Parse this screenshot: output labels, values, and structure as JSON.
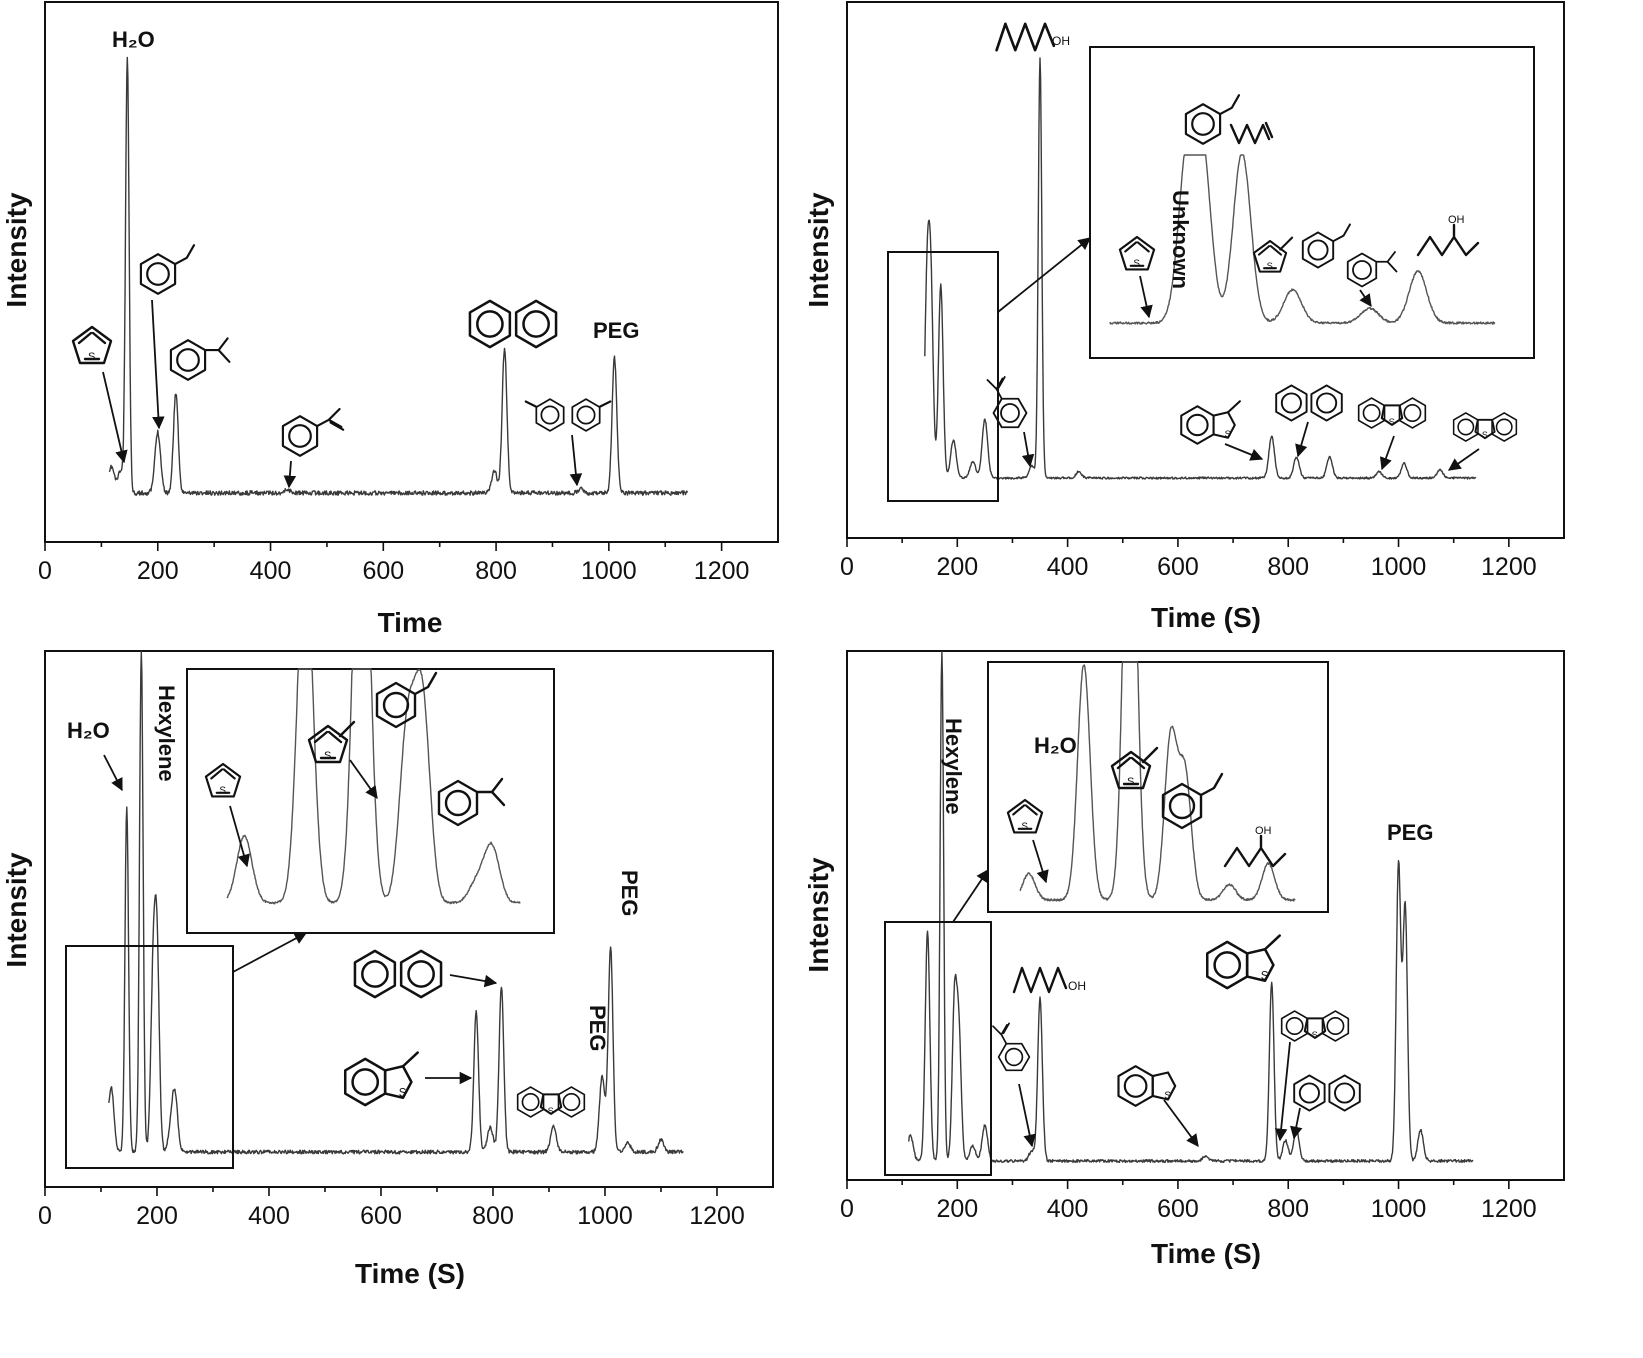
{
  "colors": {
    "trace": "#3a3a3a",
    "inset_trace": "#555555",
    "axis": "#111111"
  },
  "chart_data": [
    {
      "type": "line",
      "panel": "top-left",
      "xlabel": "Time",
      "ylabel": "Intensity",
      "xlim": [
        0,
        1300
      ],
      "xticks": [
        "0",
        "200",
        "400",
        "600",
        "800",
        "1000",
        "1200"
      ],
      "peaks": [
        {
          "x": 118,
          "h": 0.06
        },
        {
          "x": 134,
          "h": 0.05
        },
        {
          "x": 146,
          "h": 1.0,
          "label": "H2O"
        },
        {
          "x": 200,
          "h": 0.14
        },
        {
          "x": 232,
          "h": 0.23
        },
        {
          "x": 430,
          "h": 0.008
        },
        {
          "x": 797,
          "h": 0.05
        },
        {
          "x": 815,
          "h": 0.33
        },
        {
          "x": 950,
          "h": 0.01
        },
        {
          "x": 1010,
          "h": 0.31,
          "label": "PEG"
        }
      ],
      "annotations": [
        "H₂O",
        "PEG"
      ],
      "labeled_compounds": [
        "thiophene",
        "ethylbenzene",
        "isopropylbenzene",
        "α-methylstyrene",
        "biphenyl",
        "3,3'-dimethylbiphenyl"
      ]
    },
    {
      "type": "line",
      "panel": "top-right",
      "xlabel": "Time (S)",
      "ylabel": "Intensity",
      "xlim": [
        0,
        1300
      ],
      "xticks": [
        "0",
        "200",
        "400",
        "600",
        "800",
        "1000",
        "1200"
      ],
      "peaks": [
        {
          "x": 145,
          "h": 0.43
        },
        {
          "x": 152,
          "h": 0.44
        },
        {
          "x": 170,
          "h": 0.46
        },
        {
          "x": 193,
          "h": 0.09
        },
        {
          "x": 228,
          "h": 0.04
        },
        {
          "x": 250,
          "h": 0.14
        },
        {
          "x": 335,
          "h": 0.03
        },
        {
          "x": 350,
          "h": 1.0,
          "label": "hexanol"
        },
        {
          "x": 420,
          "h": 0.015
        },
        {
          "x": 770,
          "h": 0.1
        },
        {
          "x": 815,
          "h": 0.05
        },
        {
          "x": 875,
          "h": 0.05
        },
        {
          "x": 965,
          "h": 0.015
        },
        {
          "x": 1010,
          "h": 0.035
        },
        {
          "x": 1075,
          "h": 0.02
        }
      ],
      "inset_annotations": [
        "Unknown"
      ],
      "labeled_compounds": [
        "hexanol",
        "thiophene",
        "unknown",
        "toluene",
        "hexene",
        "3-methylthiophene",
        "ethylbenzene",
        "isopropylbenzene",
        "hexan-2-ol",
        "α-methylstyrene",
        "3-methylbenzothiophene",
        "biphenyl",
        "4,6-dimethyldibenzothiophene",
        "3-methyldibenzothiophene"
      ]
    },
    {
      "type": "line",
      "panel": "bottom-left",
      "xlabel": "Time (S)",
      "ylabel": "Intensity",
      "xlim": [
        0,
        1300
      ],
      "xticks": [
        "0",
        "200",
        "400",
        "600",
        "800",
        "1000",
        "1200"
      ],
      "peaks": [
        {
          "x": 118,
          "h": 0.13
        },
        {
          "x": 146,
          "h": 0.69,
          "label": "H2O"
        },
        {
          "x": 172,
          "h": 1.0,
          "label": "Hexylene"
        },
        {
          "x": 193,
          "h": 0.33
        },
        {
          "x": 200,
          "h": 0.39
        },
        {
          "x": 225,
          "h": 0.04
        },
        {
          "x": 232,
          "h": 0.11
        },
        {
          "x": 770,
          "h": 0.28
        },
        {
          "x": 795,
          "h": 0.05
        },
        {
          "x": 815,
          "h": 0.33
        },
        {
          "x": 908,
          "h": 0.05
        },
        {
          "x": 995,
          "h": 0.15,
          "label": "PEG"
        },
        {
          "x": 1010,
          "h": 0.41,
          "label": "PEG"
        },
        {
          "x": 1040,
          "h": 0.02
        },
        {
          "x": 1100,
          "h": 0.025
        }
      ],
      "annotations": [
        "H₂O",
        "Hexylene",
        "PEG",
        "PEG"
      ],
      "labeled_compounds": [
        "thiophene",
        "3-methylthiophene",
        "ethylbenzene",
        "isopropylbenzene",
        "biphenyl",
        "3-methylbenzothiophene",
        "dibenzothiophene"
      ]
    },
    {
      "type": "line",
      "panel": "bottom-right",
      "xlabel": "Time (S)",
      "ylabel": "Intensity",
      "xlim": [
        0,
        1300
      ],
      "xticks": [
        "0",
        "200",
        "400",
        "600",
        "800",
        "1000",
        "1200"
      ],
      "peaks": [
        {
          "x": 115,
          "h": 0.05
        },
        {
          "x": 146,
          "h": 0.45
        },
        {
          "x": 172,
          "h": 1.0,
          "label": "Hexylene"
        },
        {
          "x": 195,
          "h": 0.31
        },
        {
          "x": 203,
          "h": 0.24
        },
        {
          "x": 228,
          "h": 0.03
        },
        {
          "x": 250,
          "h": 0.07
        },
        {
          "x": 335,
          "h": 0.02
        },
        {
          "x": 350,
          "h": 0.32,
          "label": "hexanol"
        },
        {
          "x": 650,
          "h": 0.01
        },
        {
          "x": 770,
          "h": 0.35
        },
        {
          "x": 795,
          "h": 0.04
        },
        {
          "x": 815,
          "h": 0.06
        },
        {
          "x": 1000,
          "h": 0.58,
          "label": "PEG"
        },
        {
          "x": 1012,
          "h": 0.5
        },
        {
          "x": 1040,
          "h": 0.06
        }
      ],
      "annotations": [
        "Hexylene",
        "H₂O",
        "PEG"
      ],
      "labeled_compounds": [
        "thiophene",
        "3-methylthiophene",
        "ethylbenzene",
        "hexan-2-ol",
        "hexanol",
        "α-methylstyrene",
        "benzothiophene",
        "3-methylbenzothiophene",
        "3-methyldibenzothiophene",
        "biphenyl"
      ]
    }
  ]
}
